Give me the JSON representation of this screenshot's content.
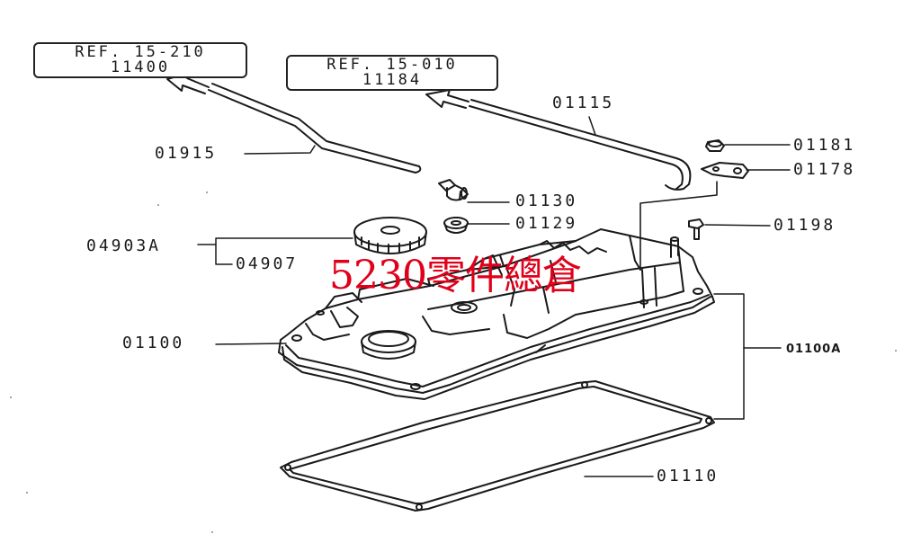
{
  "references": [
    {
      "line1": "REF. 15-210",
      "line2": "11400"
    },
    {
      "line1": "REF. 15-010",
      "line2": "11184"
    }
  ],
  "parts": {
    "p01915": "01915",
    "p01115": "01115",
    "p01181": "01181",
    "p01178": "01178",
    "p01130": "01130",
    "p01129": "01129",
    "p01198": "01198",
    "p04903A": "04903A",
    "p04907": "04907",
    "p01100": "01100",
    "p01100A": "01100A",
    "p01110": "01110"
  },
  "watermark": "5230零件總倉",
  "colors": {
    "line": "#1a1a1a",
    "watermark": "#e0001a"
  }
}
